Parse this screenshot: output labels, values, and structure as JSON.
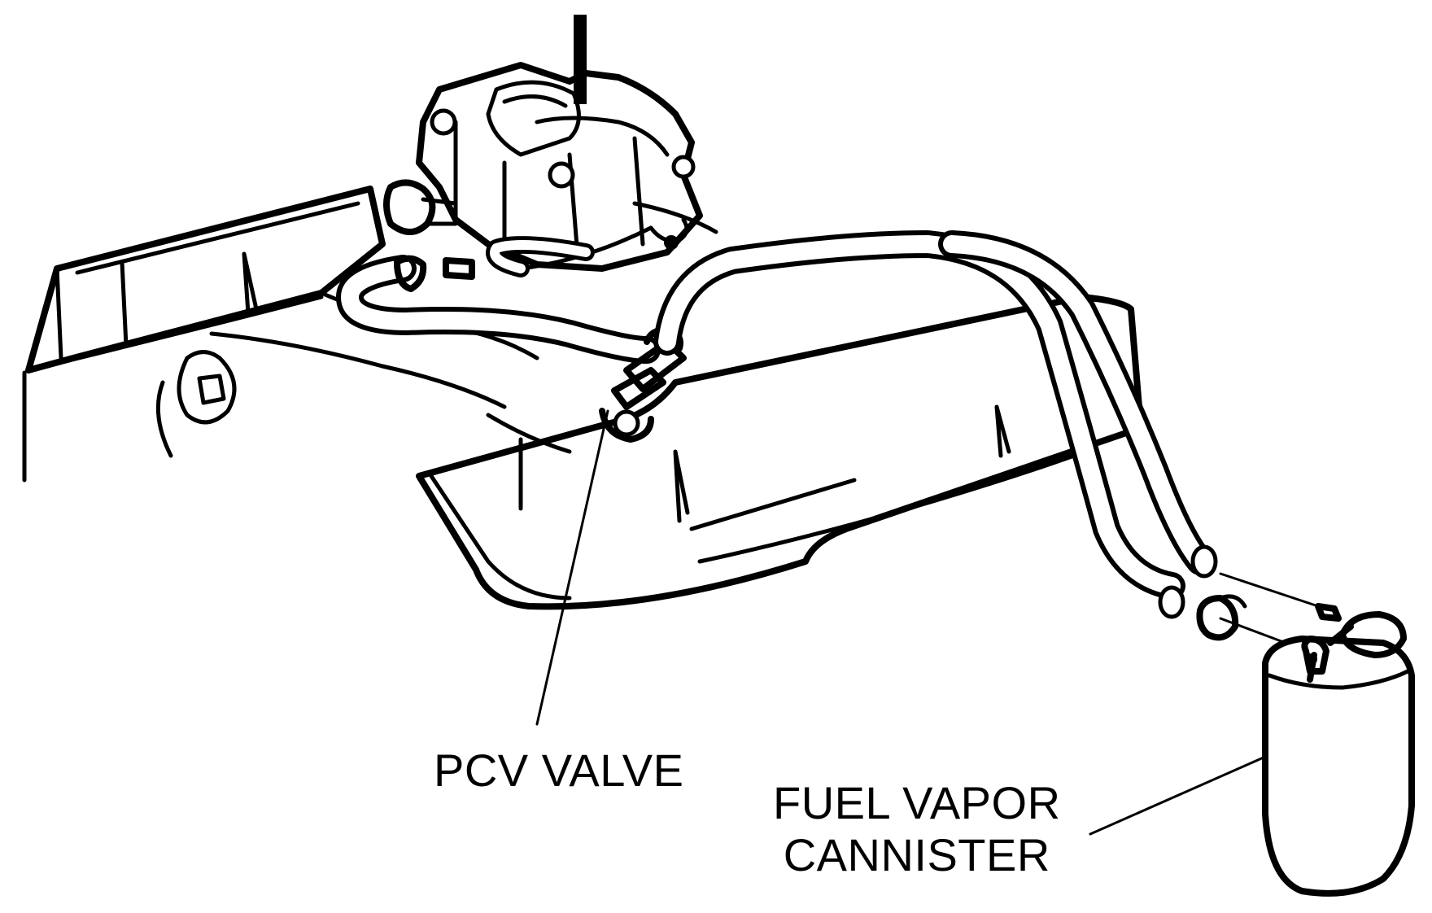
{
  "labels": {
    "pcv_valve": "PCV VALVE",
    "canister_line1": "FUEL VAPOR",
    "canister_line2": "CANNISTER"
  }
}
